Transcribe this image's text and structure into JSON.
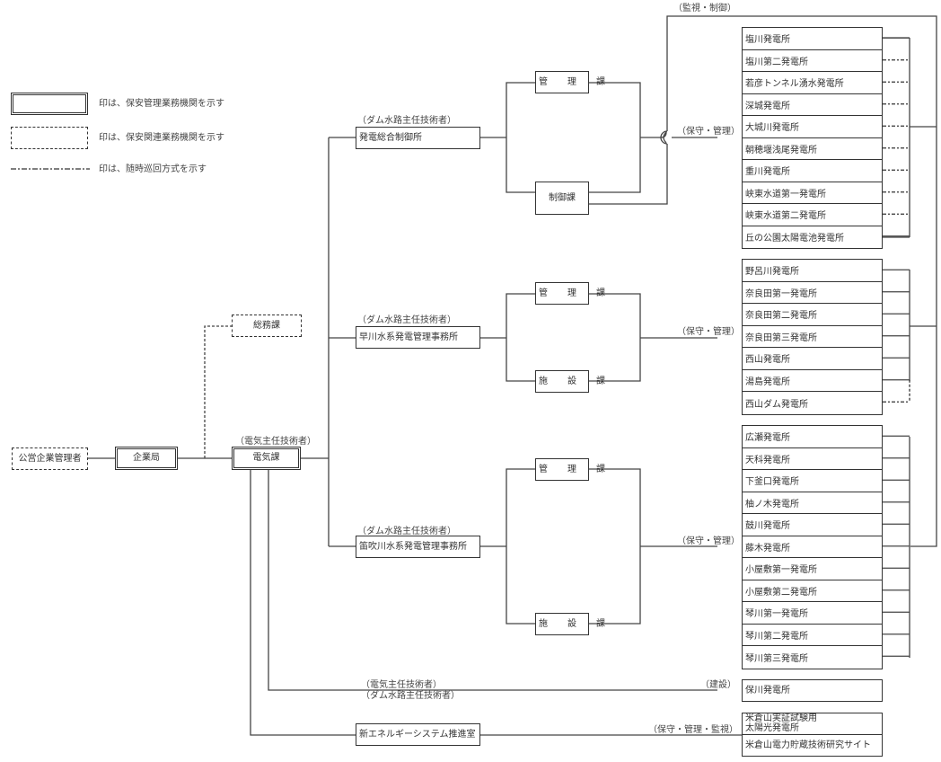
{
  "legend": {
    "management_org": "印は、保安管理業務機関を示す",
    "related_org": "印は、保安関連業務機関を示す",
    "patrol_method": "印は、随時巡回方式を示す"
  },
  "nodes": {
    "public_enterprise_manager": "公営企業管理者",
    "enterprise_bureau": "企業局",
    "general_affairs": "総務課",
    "electric_section": "電気課",
    "electric_section_role": "（電気主任技術者）",
    "control_center": "発電総合制御所",
    "control_center_role": "（ダム水路主任技術者）",
    "hayakawa_office": "早川水系発電管理事務所",
    "hayakawa_role": "（ダム水路主任技術者）",
    "fuefuki_office": "笛吹川水系発電管理事務所",
    "fuefuki_role": "（ダム水路主任技術者）",
    "new_energy_office": "新エネルギーシステム推進室",
    "management_section": "管　理　課",
    "control_section": "制御課",
    "facility_section": "施　設　課"
  },
  "relation_labels": {
    "monitor_control": "（監視・制御）",
    "maintenance_management": "（保守・管理）",
    "construction": "（建設）",
    "maintenance_management_monitor": "（保守・管理・監視）",
    "hokawa_role_1": "（電気主任技術者）",
    "hokawa_role_2": "（ダム水路主任技術者）"
  },
  "station_groups": {
    "control_center": [
      {
        "name": "塩川発電所",
        "patrol": false
      },
      {
        "name": "塩川第二発電所",
        "patrol": true
      },
      {
        "name": "若彦トンネル湧水発電所",
        "patrol": true
      },
      {
        "name": "深城発電所",
        "patrol": true
      },
      {
        "name": "大城川発電所",
        "patrol": true
      },
      {
        "name": "朝穂堰浅尾発電所",
        "patrol": true
      },
      {
        "name": "重川発電所",
        "patrol": true
      },
      {
        "name": "峡東水道第一発電所",
        "patrol": true
      },
      {
        "name": "峡東水道第二発電所",
        "patrol": true
      },
      {
        "name": "丘の公園太陽電池発電所",
        "patrol": false
      }
    ],
    "hayakawa": [
      {
        "name": "野呂川発電所",
        "patrol": false
      },
      {
        "name": "奈良田第一発電所",
        "patrol": false
      },
      {
        "name": "奈良田第二発電所",
        "patrol": false
      },
      {
        "name": "奈良田第三発電所",
        "patrol": false
      },
      {
        "name": "西山発電所",
        "patrol": false
      },
      {
        "name": "湯島発電所",
        "patrol": false
      },
      {
        "name": "西山ダム発電所",
        "patrol": true
      }
    ],
    "fuefuki": [
      {
        "name": "広瀬発電所",
        "patrol": false
      },
      {
        "name": "天科発電所",
        "patrol": false
      },
      {
        "name": "下釜口発電所",
        "patrol": false
      },
      {
        "name": "柚ノ木発電所",
        "patrol": false
      },
      {
        "name": "鼓川発電所",
        "patrol": false
      },
      {
        "name": "藤木発電所",
        "patrol": false
      },
      {
        "name": "小屋敷第一発電所",
        "patrol": false
      },
      {
        "name": "小屋敷第二発電所",
        "patrol": false
      },
      {
        "name": "琴川第一発電所",
        "patrol": false
      },
      {
        "name": "琴川第二発電所",
        "patrol": false
      },
      {
        "name": "琴川第三発電所",
        "patrol": false
      }
    ],
    "hokawa": "保川発電所",
    "komekurayama_solar_1": "米倉山実証試験用",
    "komekurayama_solar_2": "太陽光発電所",
    "komekurayama_storage": "米倉山電力貯蔵技術研究サイト"
  }
}
